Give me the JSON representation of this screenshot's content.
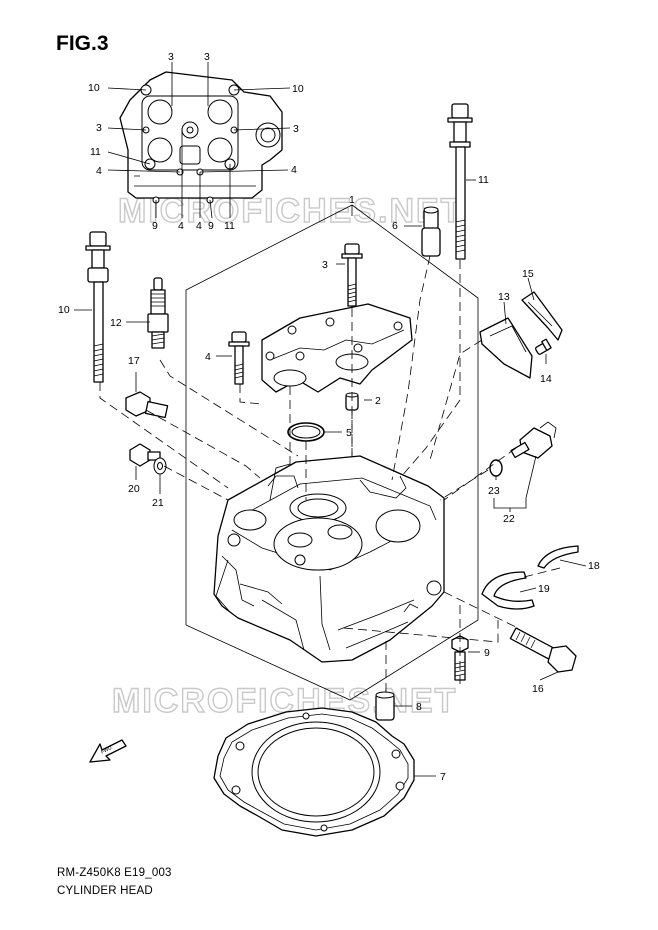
{
  "figure": {
    "title": "FIG.3"
  },
  "footer": {
    "code": "RM-Z450K8 E19_003",
    "name": "CYLINDER HEAD"
  },
  "watermark": "MICROFICHES.NET",
  "fwd_label": "FWD",
  "callouts": {
    "c1": "1",
    "c2": "2",
    "c3": "3",
    "c4": "4",
    "c5": "5",
    "c6": "6",
    "c7": "7",
    "c8": "8",
    "c9": "9",
    "c10": "10",
    "c11": "11",
    "c12": "12",
    "c13": "13",
    "c14": "14",
    "c15": "15",
    "c16": "16",
    "c17": "17",
    "c18": "18",
    "c19": "19",
    "c20": "20",
    "c21": "21",
    "c22": "22",
    "c23": "23"
  }
}
